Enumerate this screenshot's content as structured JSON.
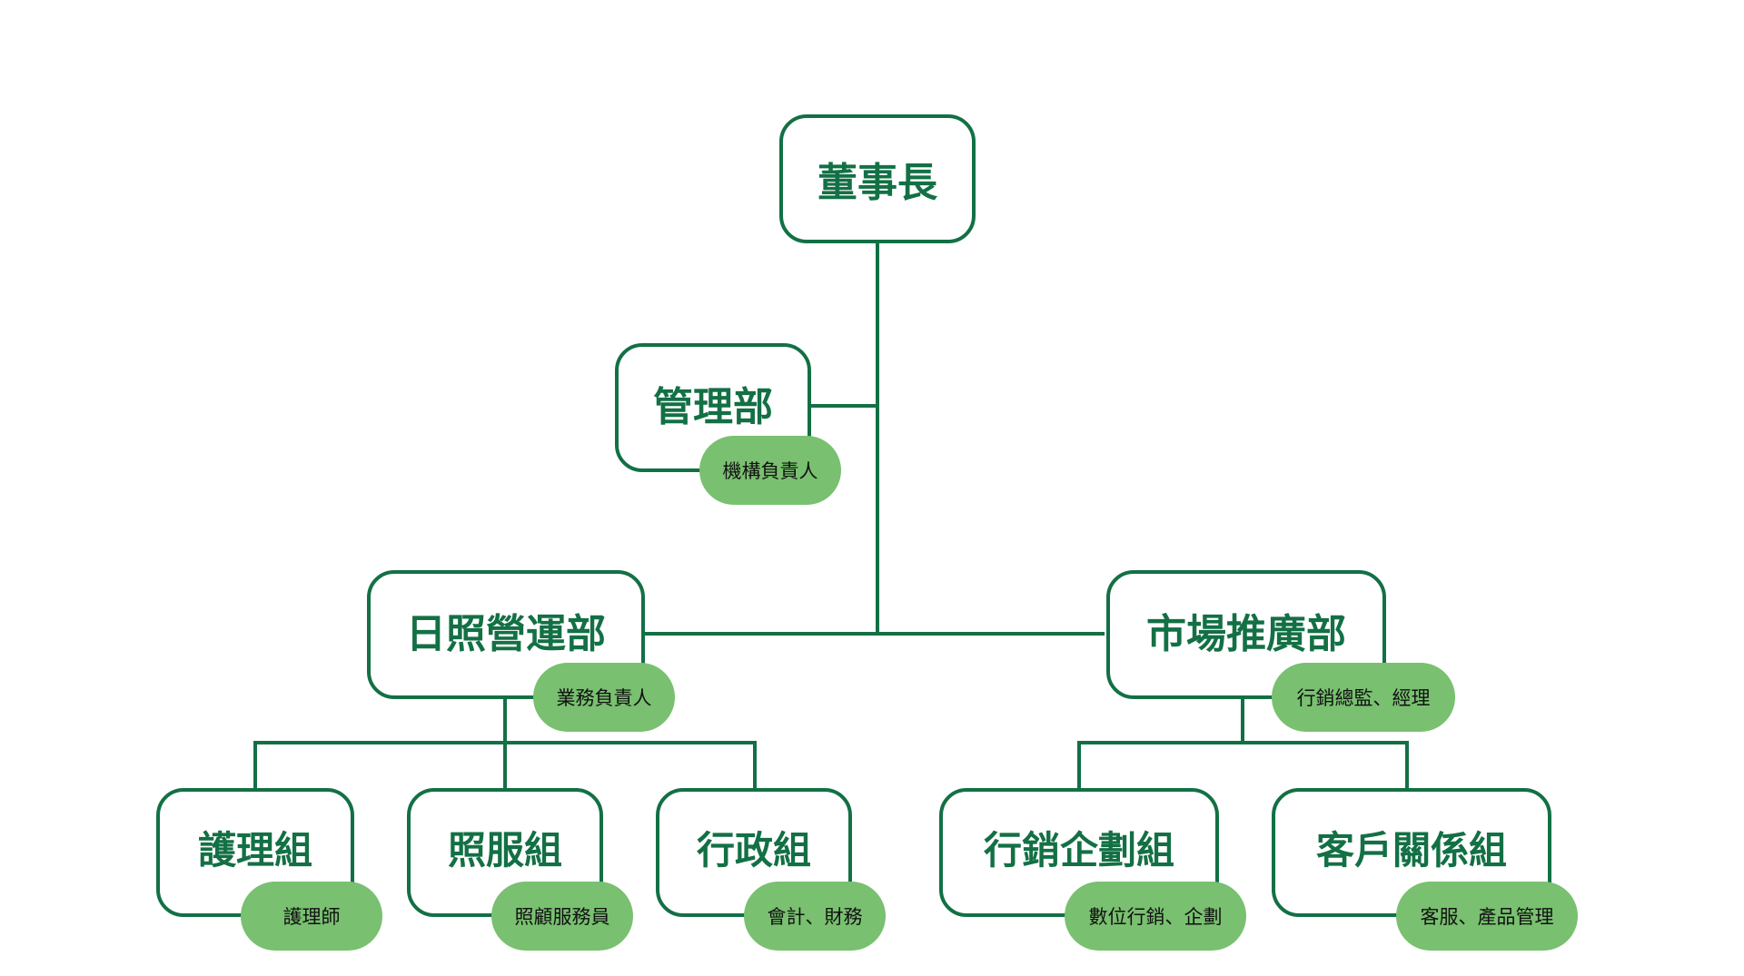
{
  "nodes": {
    "chairman": {
      "title": "董事長"
    },
    "management": {
      "title": "管理部",
      "role": "機構負責人"
    },
    "day_ops": {
      "title": "日照營運部",
      "role": "業務負責人"
    },
    "marketing": {
      "title": "市場推廣部",
      "role": "行銷總監、經理"
    },
    "nursing": {
      "title": "護理組",
      "role": "護理師"
    },
    "care": {
      "title": "照服組",
      "role": "照顧服務員"
    },
    "admin": {
      "title": "行政組",
      "role": "會計、財務"
    },
    "mkt_plan": {
      "title": "行銷企劃組",
      "role": "數位行銷、企劃"
    },
    "cust_rel": {
      "title": "客戶關係組",
      "role": "客服、產品管理"
    }
  },
  "colors": {
    "line": "#137045",
    "box_border": "#137045",
    "pill": "#79c070"
  }
}
